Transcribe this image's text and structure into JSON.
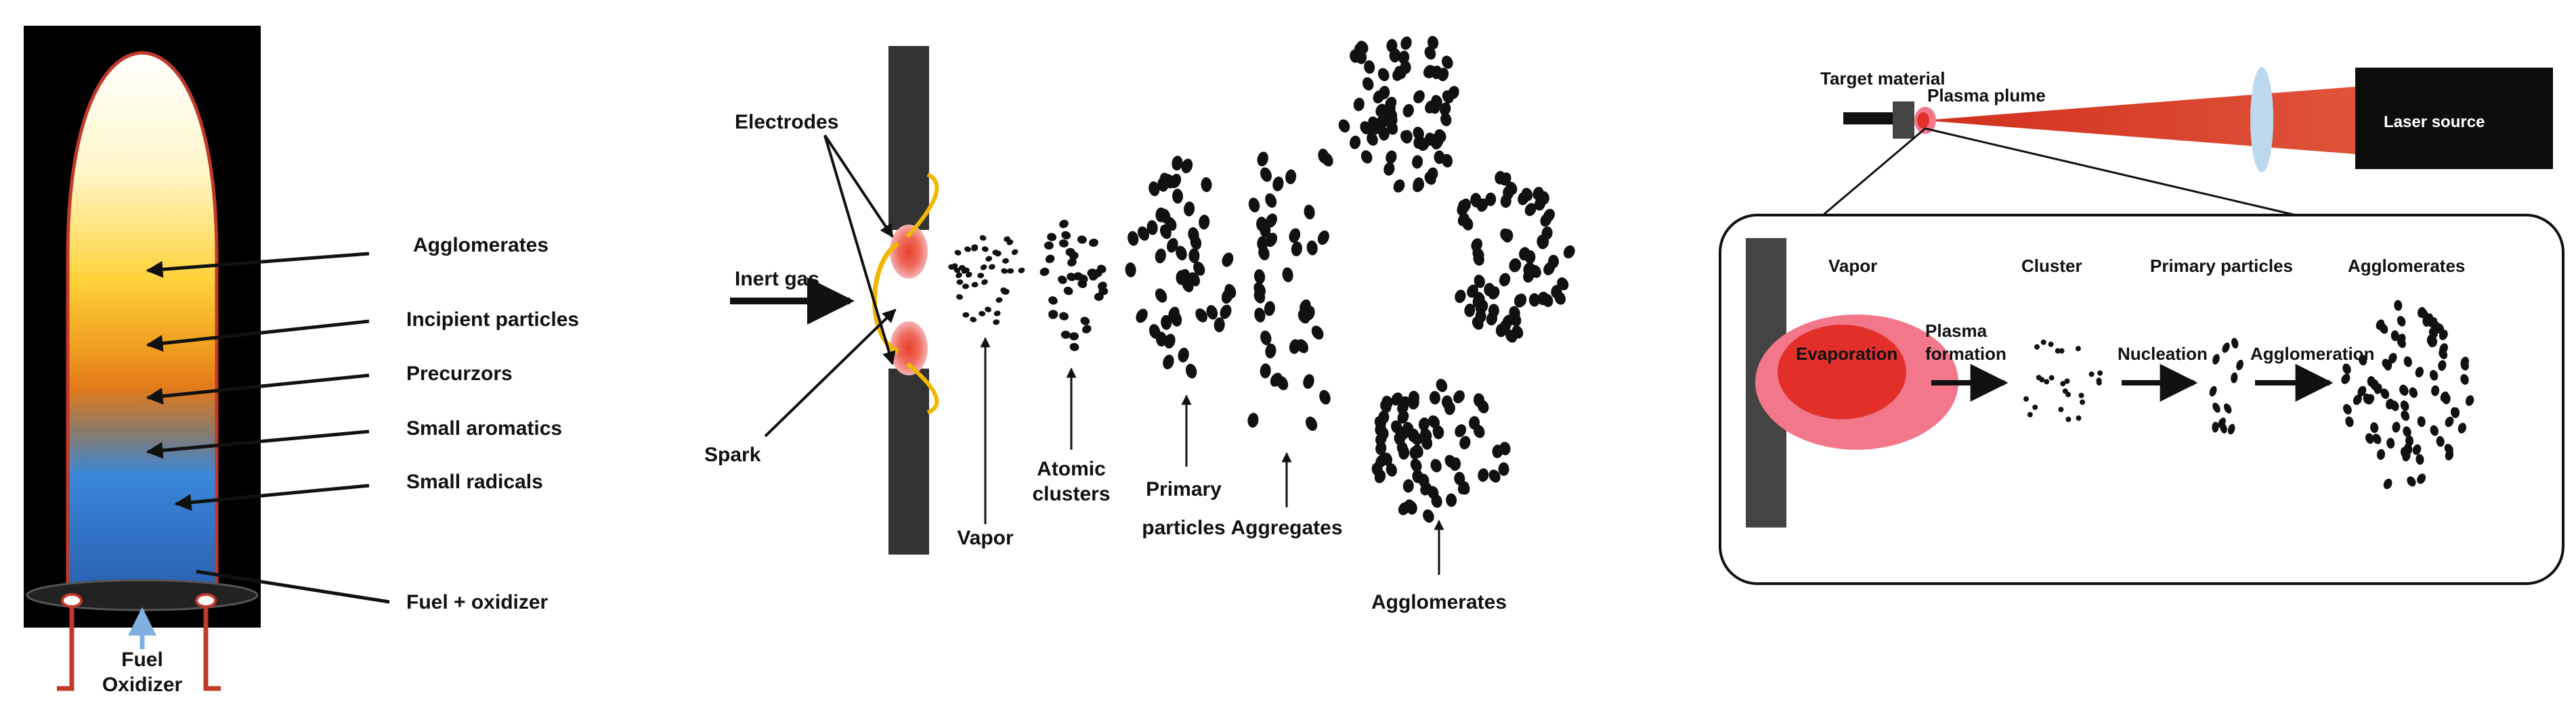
{
  "flame": {
    "labels": {
      "agglomerates": "Agglomerates",
      "incipient": "Incipient particles",
      "precursors": "Precurzors",
      "aromatics": "Small aromatics",
      "radicals": "Small radicals",
      "fuel_ox": "Fuel + oxidizer",
      "fuel": "Fuel",
      "oxidizer": "Oxidizer"
    },
    "colors": {
      "background": "#000000",
      "outline": "#c0392b",
      "core": "#3a7fd5",
      "pipe": "#c0392b",
      "arrow": "#7fb0e0"
    }
  },
  "spark": {
    "labels": {
      "electrodes": "Electrodes",
      "inert_gas": "Inert gas",
      "spark": "Spark",
      "vapor": "Vapor",
      "atomic_clusters_1": "Atomic",
      "atomic_clusters_2": "clusters",
      "primary_1": "Primary",
      "primary_2": "particles",
      "aggregates": "Aggregates",
      "agglomerates": "Agglomerates"
    },
    "colors": {
      "electrode": "#333333",
      "spark": "#e8402a",
      "glow": "#f29aa0",
      "arc": "#f0b800"
    }
  },
  "laser": {
    "labels": {
      "target": "Target material",
      "plume": "Plasma plume",
      "laser_source": "Laser source",
      "vapor": "Vapor",
      "cluster": "Cluster",
      "primary": "Primary particles",
      "agglomerates": "Agglomerates",
      "evaporation": "Evaporation",
      "plasma_1": "Plasma",
      "plasma_2": "formation",
      "nucleation": "Nucleation",
      "agglomeration": "Agglomeration"
    },
    "colors": {
      "beam": "#d0301e",
      "lens": "#bcd9ee",
      "plume_outer": "#f2778a",
      "plume_inner": "#e22f2a",
      "target": "#444444"
    }
  }
}
